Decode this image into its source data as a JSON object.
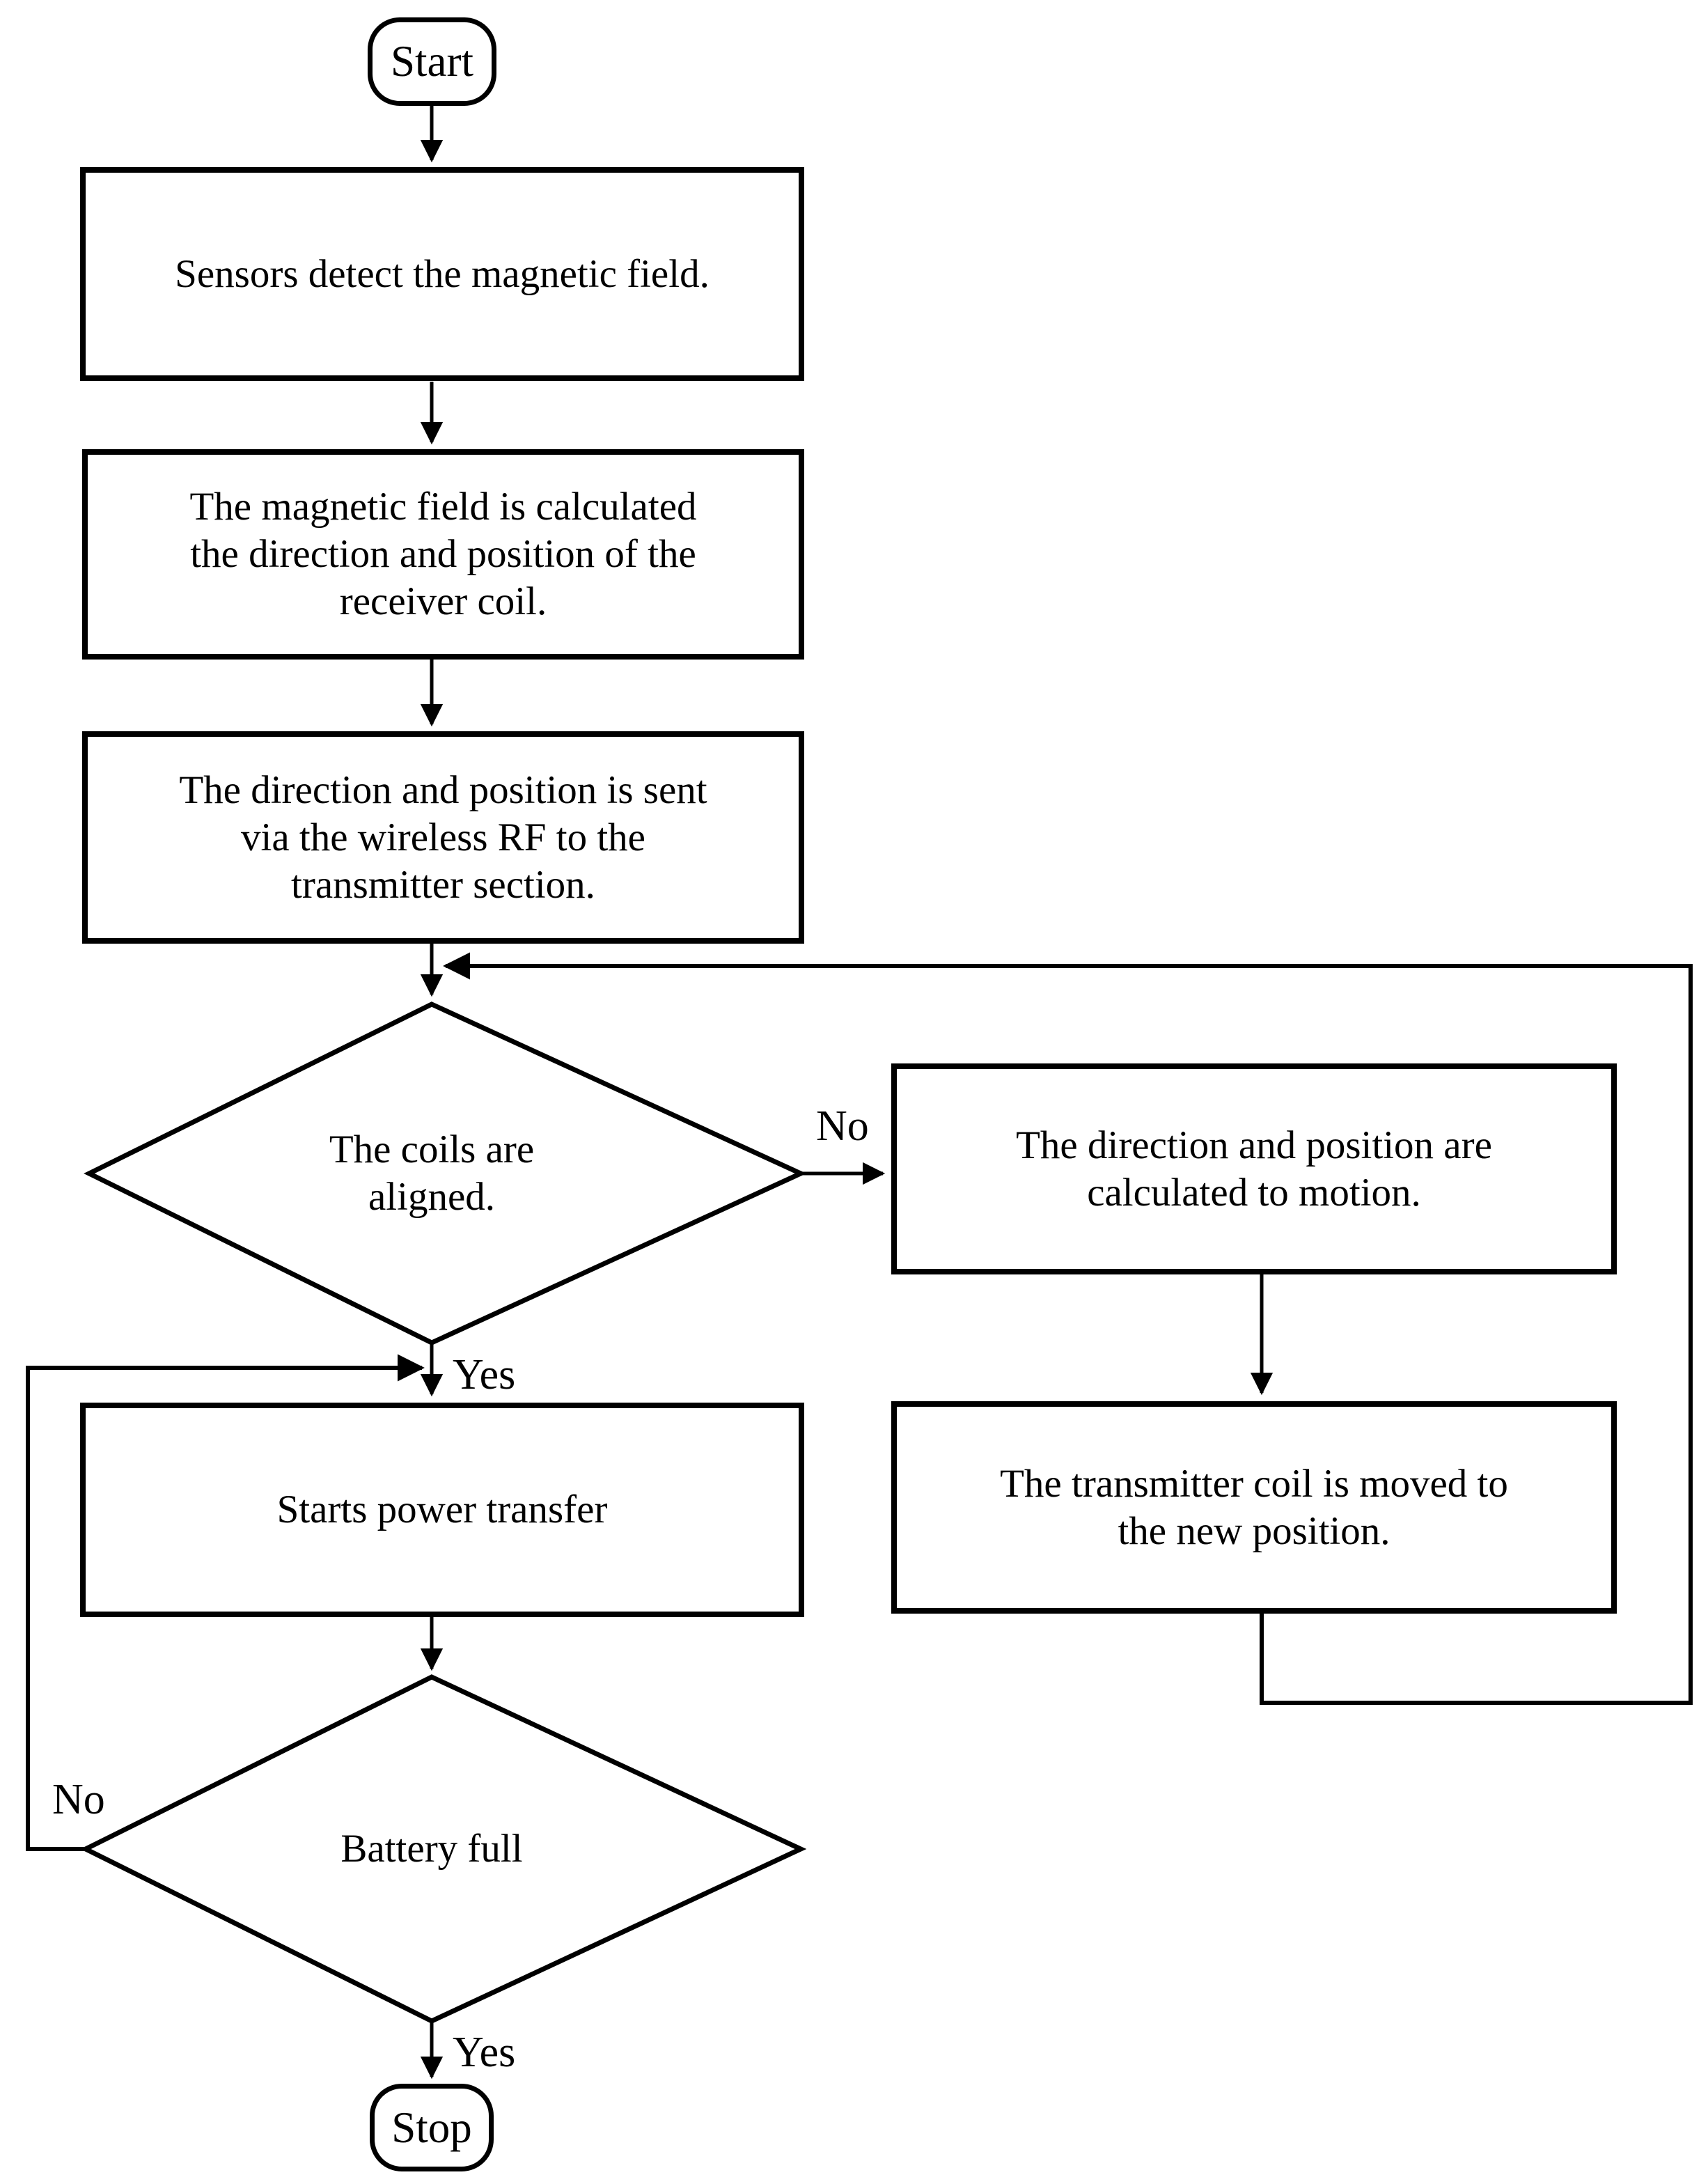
{
  "nodes": {
    "start": {
      "label": "Start"
    },
    "detect": {
      "label": "Sensors detect the magnetic field."
    },
    "calc_field": {
      "label": "The magnetic field is calculated\nthe direction and position of the\nreceiver coil."
    },
    "send_rf": {
      "label": "The direction and position is sent\nvia the wireless RF to the\ntransmitter section."
    },
    "coils_aligned": {
      "label": "The coils are\naligned."
    },
    "calc_motion": {
      "label": "The direction and position are\ncalculated to motion."
    },
    "power_transfer": {
      "label": "Starts power transfer"
    },
    "move_coil": {
      "label": "The transmitter coil is moved to\nthe new position."
    },
    "battery_full": {
      "label": "Battery full"
    },
    "stop": {
      "label": "Stop"
    }
  },
  "edge_labels": {
    "coils_no": "No",
    "coils_yes": "Yes",
    "battery_no": "No",
    "battery_yes": "Yes"
  },
  "colors": {
    "stroke": "#000000",
    "background": "#ffffff"
  }
}
